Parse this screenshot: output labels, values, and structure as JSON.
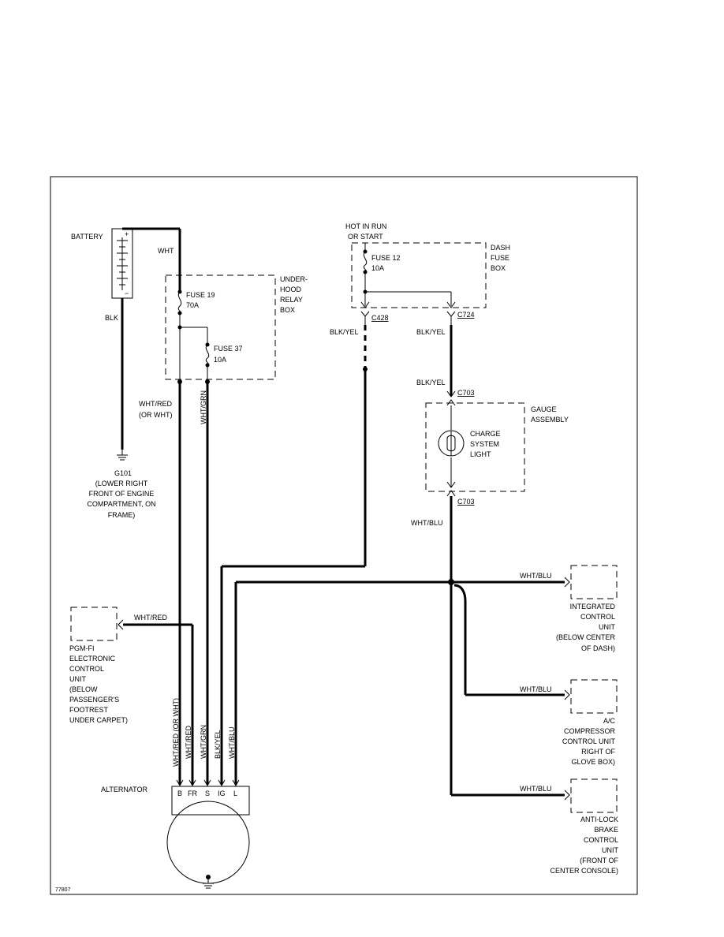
{
  "battery": {
    "label": "BATTERY",
    "plus": "+",
    "minus": "−"
  },
  "wires": {
    "wht": "WHT",
    "blk": "BLK",
    "wht_red": "WHT/RED",
    "or_wht": "(OR WHT)",
    "wht_grn": "WHT/GRN",
    "blk_yel": "BLK/YEL",
    "wht_blu": "WHT/BLU",
    "wht_red_or_wht": "WHT/RED (OR WHT)"
  },
  "underhood_box": {
    "line1": "UNDER-",
    "line2": "HOOD",
    "line3": "RELAY",
    "line4": "BOX"
  },
  "fuse19": {
    "name": "FUSE 19",
    "rating": "70A"
  },
  "fuse37": {
    "name": "FUSE 37",
    "rating": "10A"
  },
  "hot_label": {
    "line1": "HOT IN RUN",
    "line2": "OR START"
  },
  "dash_box": {
    "line1": "DASH",
    "line2": "FUSE",
    "line3": "BOX"
  },
  "fuse12": {
    "name": "FUSE 12",
    "rating": "10A"
  },
  "connectors": {
    "c428": "C428",
    "c724": "C724",
    "c703a": "C703",
    "c703b": "C703"
  },
  "gauge": {
    "line1": "GAUGE",
    "line2": "ASSEMBLY"
  },
  "charge_light": {
    "line1": "CHARGE",
    "line2": "SYSTEM",
    "line3": "LIGHT"
  },
  "ground": {
    "name": "G101",
    "line1": "(LOWER RIGHT",
    "line2": "FRONT OF ENGINE",
    "line3": "COMPARTMENT, ON",
    "line4": "FRAME)"
  },
  "pgmfi": {
    "line1": "PGM-FI",
    "line2": "ELECTRONIC",
    "line3": "CONTROL",
    "line4": "UNIT",
    "line5": "(BELOW",
    "line6": "PASSENGER'S",
    "line7": "FOOTREST",
    "line8": "UNDER CARPET)"
  },
  "icu": {
    "line1": "INTEGRATED",
    "line2": "CONTROL",
    "line3": "UNIT",
    "line4": "(BELOW CENTER",
    "line5": "OF DASH)"
  },
  "ac": {
    "line1": "A/C",
    "line2": "COMPRESSOR",
    "line3": "CONTROL UNIT",
    "line4": "RIGHT OF",
    "line5": "GLOVE BOX)"
  },
  "abs": {
    "line1": "ANTI-LOCK",
    "line2": "BRAKE",
    "line3": "CONTROL",
    "line4": "UNIT",
    "line5": "(FRONT OF",
    "line6": "CENTER CONSOLE)"
  },
  "alternator": {
    "label": "ALTERNATOR",
    "terminals": [
      "B",
      "FR",
      "S",
      "IG",
      "L"
    ]
  },
  "figure_id": "77807"
}
